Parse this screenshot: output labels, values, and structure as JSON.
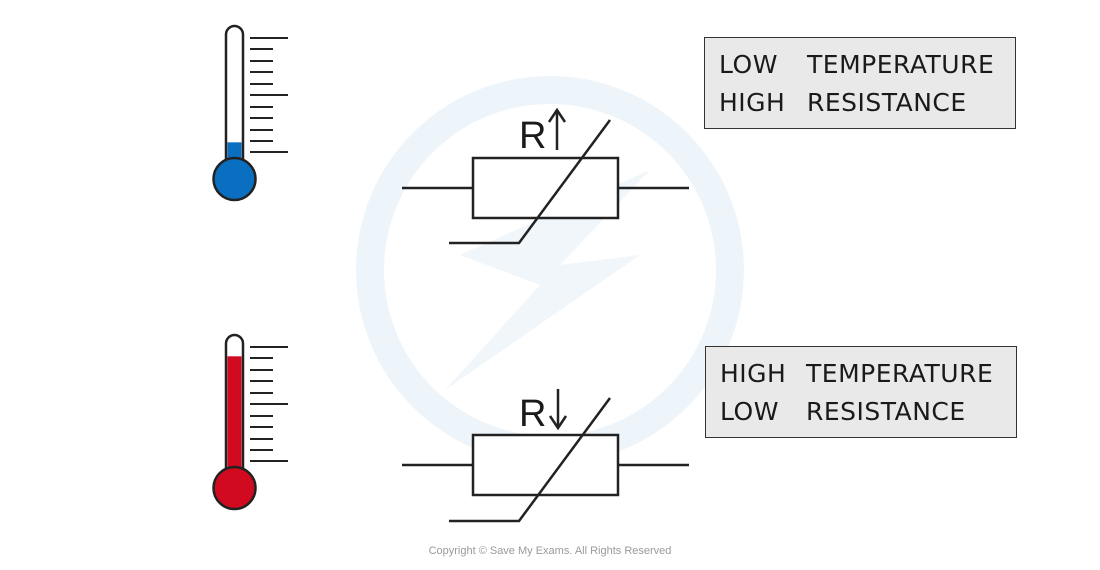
{
  "labels": {
    "top": {
      "row1": [
        "LOW",
        "TEMPERATURE"
      ],
      "row2": [
        "HIGH",
        "RESISTANCE"
      ]
    },
    "bottom": {
      "row1": [
        "HIGH",
        "TEMPERATURE"
      ],
      "row2": [
        "LOW",
        "RESISTANCE"
      ]
    }
  },
  "thermistors": {
    "top_symbol": "R",
    "bottom_symbol": "R"
  },
  "thermometers": {
    "cold": {
      "level_fraction": 0.05,
      "color": "#0a6fc0"
    },
    "hot": {
      "level_fraction": 0.95,
      "color": "#d10a20"
    }
  },
  "watermark_color": "#eaf3f9",
  "copyright": "Copyright © Save My Exams. All Rights Reserved"
}
